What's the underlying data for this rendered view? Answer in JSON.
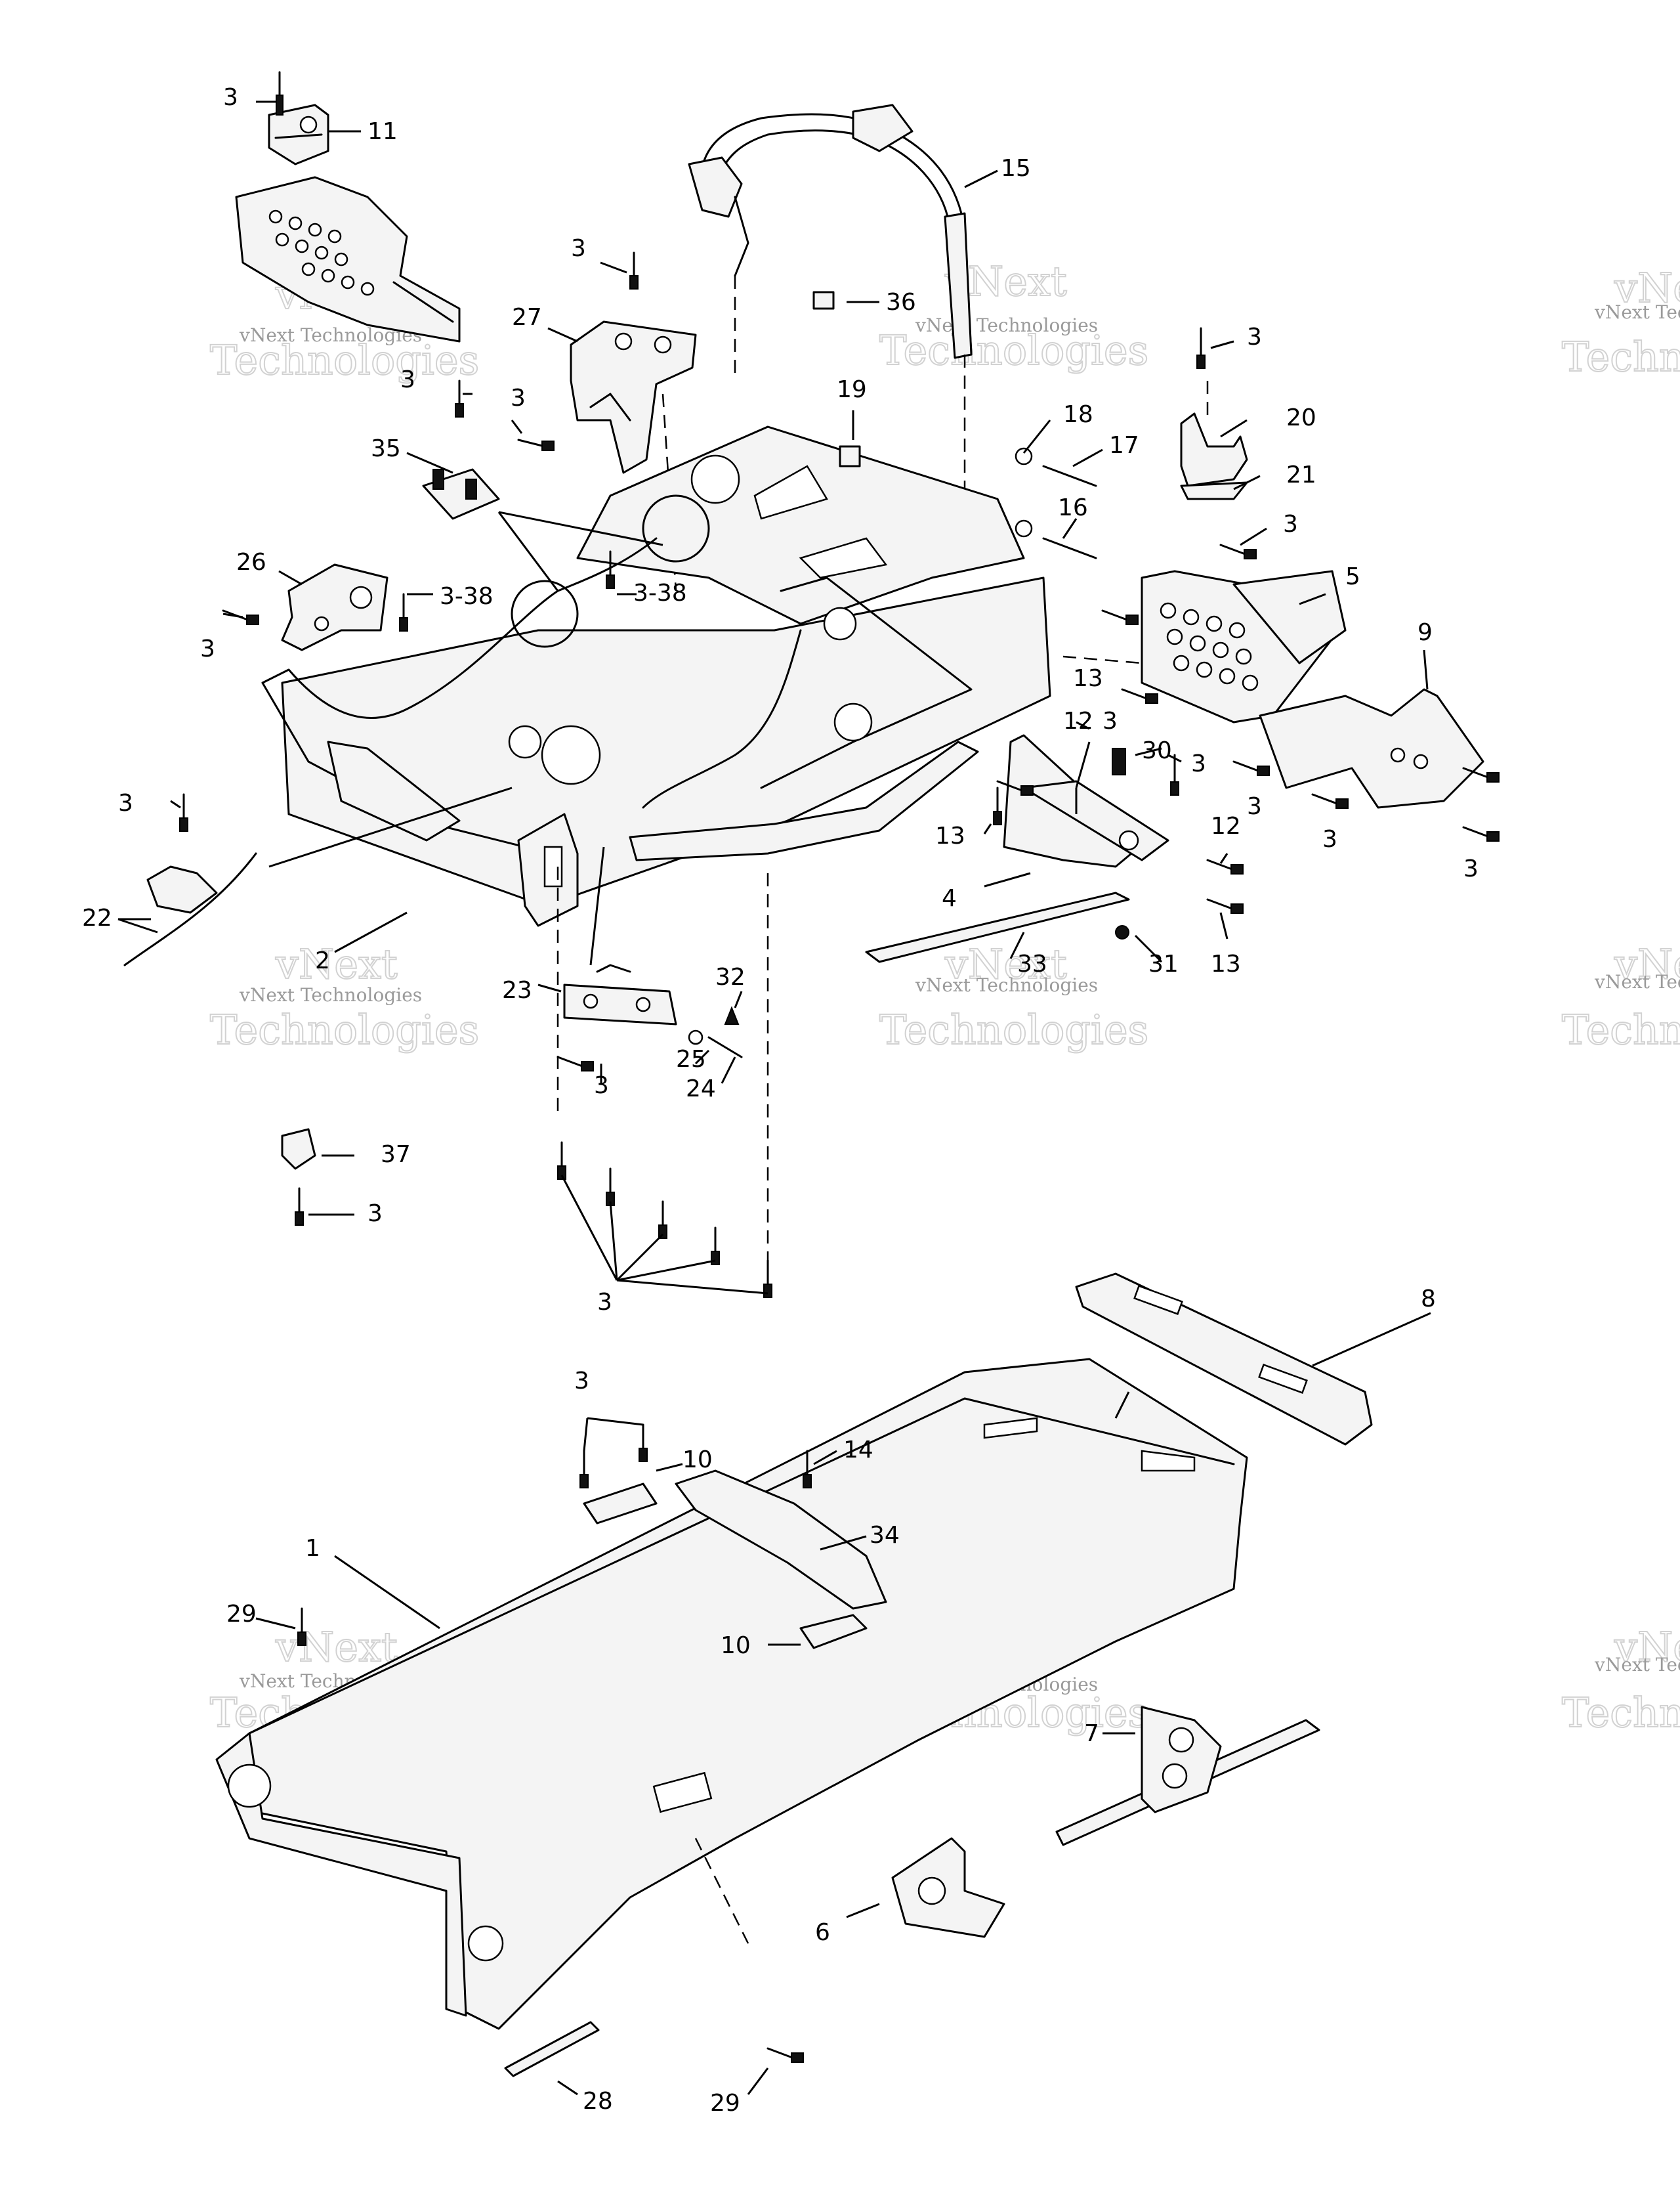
{
  "diagram": {
    "callouts": [
      "1",
      "2",
      "3",
      "3-38",
      "4",
      "5",
      "6",
      "7",
      "8",
      "9",
      "10",
      "11",
      "12",
      "13",
      "14",
      "15",
      "16",
      "17",
      "18",
      "19",
      "20",
      "21",
      "22",
      "23",
      "24",
      "25",
      "26",
      "27",
      "28",
      "29",
      "30",
      "31",
      "32",
      "33",
      "34",
      "35",
      "36",
      "37"
    ],
    "watermark": {
      "line1": "vNext Technologies",
      "line2": "Technologies",
      "line3": "vNext"
    }
  }
}
